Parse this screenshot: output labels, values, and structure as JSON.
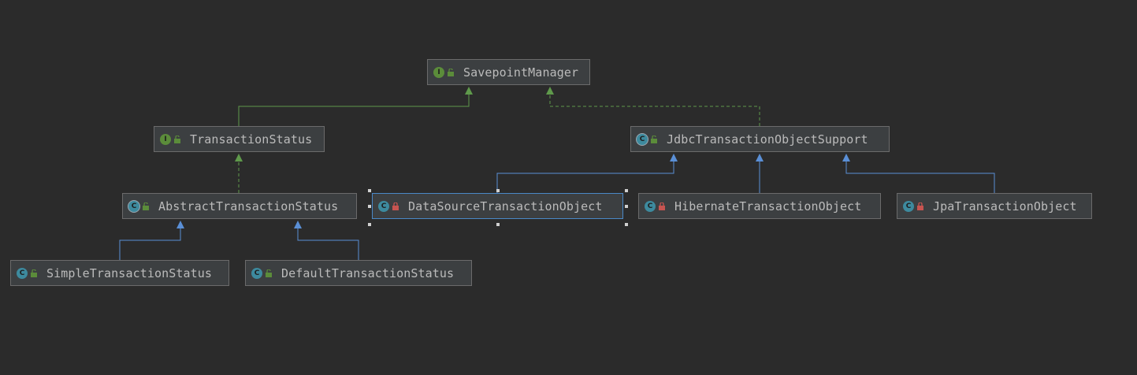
{
  "colors": {
    "background": "#2b2b2b",
    "node_fill": "#3c3f41",
    "node_border": "#6b6b6b",
    "selected_border": "#4a88c7",
    "implements_line": "#5f9a4b",
    "extends_line": "#5a8fd6",
    "text": "#bbbbbb"
  },
  "nodes": [
    {
      "id": "savepoint-manager",
      "label": "SavepointManager",
      "kind": "interface",
      "icon_letter": "I",
      "access": "public"
    },
    {
      "id": "transaction-status",
      "label": "TransactionStatus",
      "kind": "interface",
      "icon_letter": "I",
      "access": "public"
    },
    {
      "id": "jdbc-transaction-object-support",
      "label": "JdbcTransactionObjectSupport",
      "kind": "abstract-class",
      "icon_letter": "C",
      "access": "public"
    },
    {
      "id": "abstract-transaction-status",
      "label": "AbstractTransactionStatus",
      "kind": "abstract-class",
      "icon_letter": "C",
      "access": "public"
    },
    {
      "id": "data-source-transaction-object",
      "label": "DataSourceTransactionObject",
      "kind": "class",
      "icon_letter": "C",
      "access": "private",
      "selected": true
    },
    {
      "id": "hibernate-transaction-object",
      "label": "HibernateTransactionObject",
      "kind": "class",
      "icon_letter": "C",
      "access": "private"
    },
    {
      "id": "jpa-transaction-object",
      "label": "JpaTransactionObject",
      "kind": "class",
      "icon_letter": "C",
      "access": "private"
    },
    {
      "id": "simple-transaction-status",
      "label": "SimpleTransactionStatus",
      "kind": "class",
      "icon_letter": "C",
      "access": "public"
    },
    {
      "id": "default-transaction-status",
      "label": "DefaultTransactionStatus",
      "kind": "class",
      "icon_letter": "C",
      "access": "public"
    }
  ],
  "edges": [
    {
      "from": "transaction-status",
      "to": "savepoint-manager",
      "type": "extends-interface"
    },
    {
      "from": "jdbc-transaction-object-support",
      "to": "savepoint-manager",
      "type": "implements"
    },
    {
      "from": "abstract-transaction-status",
      "to": "transaction-status",
      "type": "implements"
    },
    {
      "from": "data-source-transaction-object",
      "to": "jdbc-transaction-object-support",
      "type": "extends"
    },
    {
      "from": "hibernate-transaction-object",
      "to": "jdbc-transaction-object-support",
      "type": "extends"
    },
    {
      "from": "jpa-transaction-object",
      "to": "jdbc-transaction-object-support",
      "type": "extends"
    },
    {
      "from": "simple-transaction-status",
      "to": "abstract-transaction-status",
      "type": "extends"
    },
    {
      "from": "default-transaction-status",
      "to": "abstract-transaction-status",
      "type": "extends"
    }
  ]
}
